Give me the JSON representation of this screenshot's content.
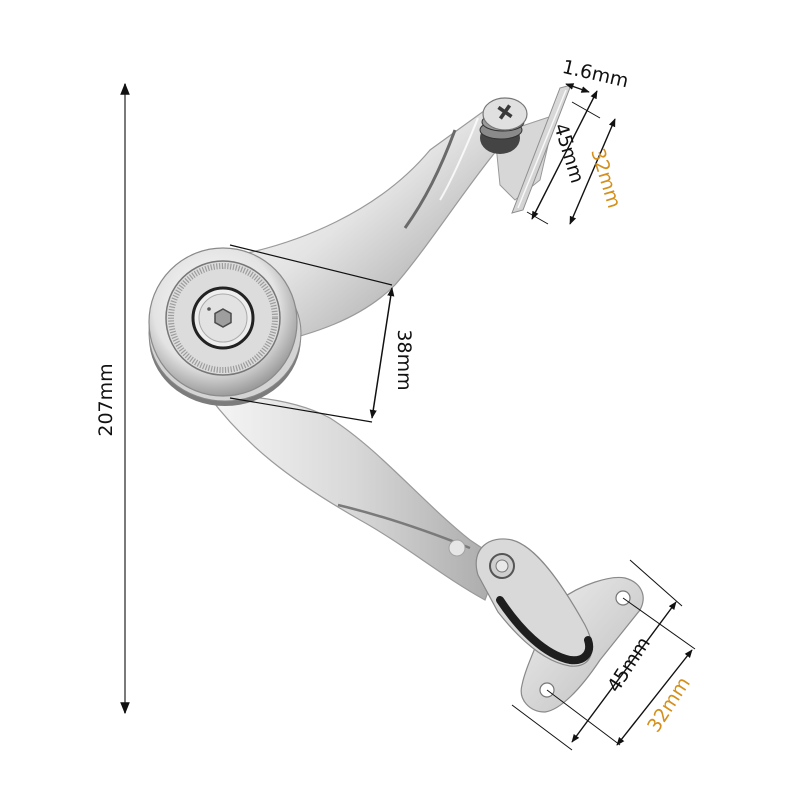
{
  "diagram": {
    "subject": "furniture lid stay support hinge",
    "background": "#ffffff",
    "colors": {
      "dimension_line": "#111111",
      "overall_line": "#7a7a7a",
      "accent_label": "#d4901a",
      "metal_light": "#f2f2f2",
      "metal_mid": "#c9c9c9",
      "metal_dark": "#6e6e6e",
      "metal_shadow": "#1e1e1e"
    },
    "dimensions": {
      "overall_height": {
        "label": "207mm"
      },
      "pivot_arm_width": {
        "label": "38mm"
      },
      "top_plate_thickness": {
        "label": "1.6mm"
      },
      "top_plate_length": {
        "label": "45mm"
      },
      "top_plate_hole_spacing": {
        "label": "32mm"
      },
      "bottom_plate_length": {
        "label": "45mm"
      },
      "bottom_plate_hole_spacing": {
        "label": "32mm"
      }
    },
    "parts": {
      "pivot_wheel": {
        "icon": "hex-socket-icon"
      },
      "top_screw": {
        "icon": "phillips-screw-icon"
      },
      "bottom_rivet": {
        "icon": "rivet-icon"
      },
      "arm_logo": {
        "icon": "logo-stamp-icon"
      }
    }
  }
}
